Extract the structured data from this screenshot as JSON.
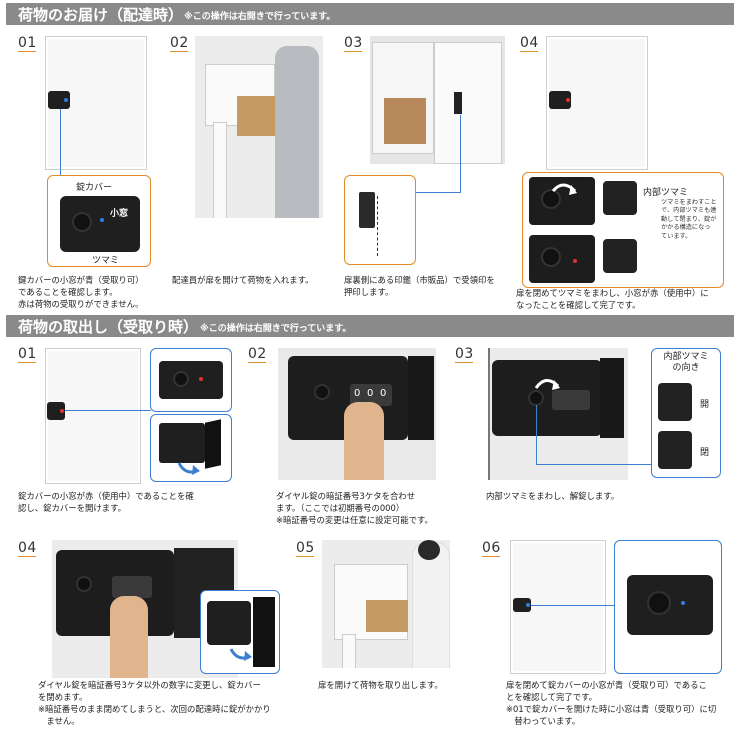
{
  "section1": {
    "title": "荷物のお届け（配達時）",
    "note": "※この操作は右開きで行っています。",
    "steps": [
      {
        "num": "01",
        "caption": [
          "鍵カバーの小窓が青（受取り可）",
          "であることを確認します。",
          "赤は荷物の受取りができません。"
        ],
        "callouts": {
          "cover": "錠カバー",
          "window": "小窓",
          "knob": "ツマミ"
        }
      },
      {
        "num": "02",
        "caption": [
          "配達員が扉を開けて荷物を入れます。"
        ]
      },
      {
        "num": "03",
        "caption": [
          "扉裏側にある印鑑（市販品）で受領印を",
          "押印します。"
        ]
      },
      {
        "num": "04",
        "caption": [
          "扉を閉めてツマミをまわし、小窓が赤（使用中）に",
          "なったことを確認して完了です。"
        ],
        "callouts": {
          "inner_knob": "内部ツマミ",
          "inner_note": [
            "ツマミをまわすこと",
            "で、内部ツマミも連",
            "動して閉まり、錠が",
            "かかる構造になっ",
            "ています。"
          ]
        }
      }
    ]
  },
  "section2": {
    "title": "荷物の取出し（受取り時）",
    "note": "※この操作は右開きで行っています。",
    "steps": [
      {
        "num": "01",
        "caption": [
          "錠カバーの小窓が赤（使用中）であることを確",
          "認し、錠カバーを開けます。"
        ]
      },
      {
        "num": "02",
        "caption": [
          "ダイヤル錠の暗証番号3ケタを合わせ",
          "ます。（ここでは初期番号の000）",
          "※暗証番号の変更は任意に設定可能です。"
        ],
        "dial": [
          "0",
          "0",
          "0"
        ]
      },
      {
        "num": "03",
        "caption": [
          "内部ツマミをまわし、解錠します。"
        ],
        "callouts": {
          "inner_knob_dir": [
            "内部ツマミ",
            "の向き"
          ],
          "open": "開",
          "closed": "閉"
        }
      },
      {
        "num": "04",
        "caption": [
          "ダイヤル錠を暗証番号3ケタ以外の数字に変更し、錠カバー",
          "を閉めます。",
          "※暗証番号のまま閉めてしまうと、次回の配達時に錠がかかり",
          "　ません。"
        ]
      },
      {
        "num": "05",
        "caption": [
          "扉を開けて荷物を取り出します。"
        ]
      },
      {
        "num": "06",
        "caption": [
          "扉を閉めて錠カバーの小窓が青（受取り可）であるこ",
          "とを確認して完了です。",
          "※01で錠カバーを開けた時に小窓は青（受取り可）に切",
          "　替わっています。"
        ]
      }
    ]
  },
  "colors": {
    "header_bg": "#8a8a8a",
    "accent_orange": "#e08a2a",
    "accent_blue": "#3f7fd0",
    "status_blue": "#2f7fe0",
    "status_red": "#e0322e"
  }
}
